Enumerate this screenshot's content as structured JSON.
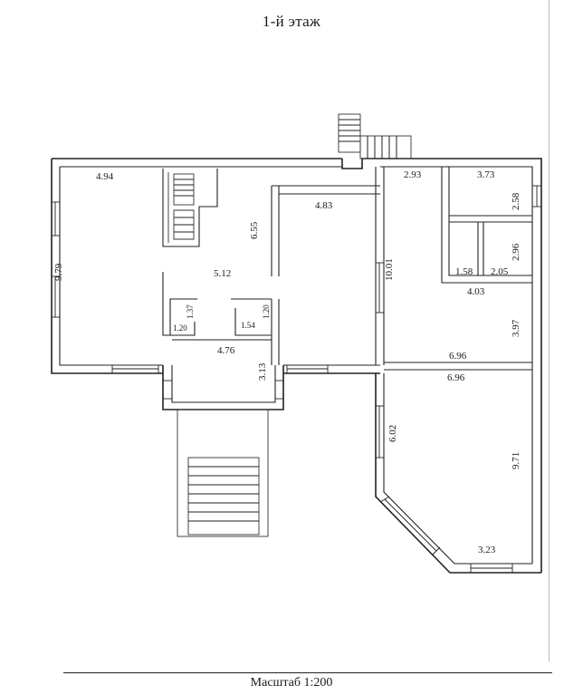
{
  "title": "1-й этаж",
  "scale": "Масштаб 1:200",
  "dimensions": {
    "d494": "4.94",
    "d979": "9.79",
    "d655": "6.55",
    "d512": "5.12",
    "d137": "1.37",
    "d120a": "1.20",
    "d120b": "1.20",
    "d154": "1.54",
    "d476": "4.76",
    "d313": "3.13",
    "d483": "4.83",
    "d1001": "10.01",
    "d293": "2.93",
    "d373": "3.73",
    "d258": "2.58",
    "d296": "2.96",
    "d158": "1.58",
    "d205": "2.05",
    "d403": "4.03",
    "d397": "3.97",
    "d696a": "6.96",
    "d696b": "6.96",
    "d602": "6.02",
    "d971": "9.71",
    "d323": "3.23"
  }
}
